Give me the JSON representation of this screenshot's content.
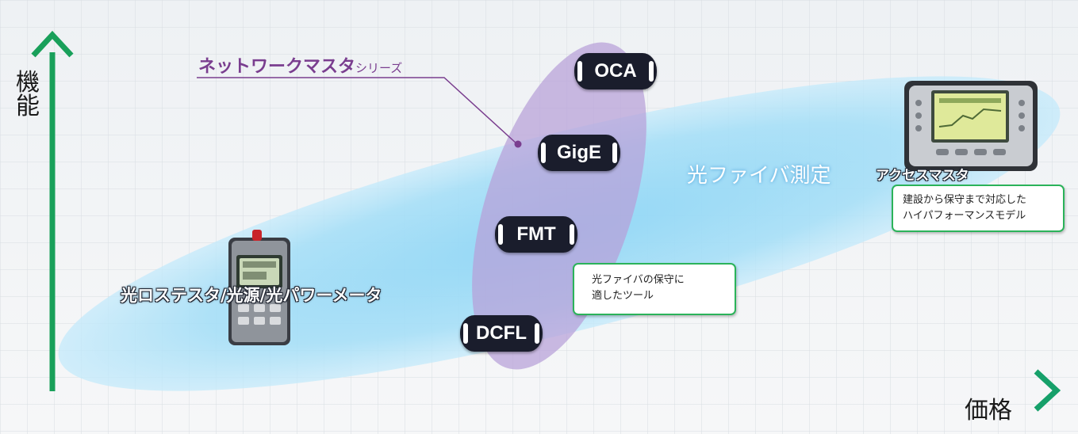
{
  "axes": {
    "y_label": "機能",
    "x_label": "価格"
  },
  "series_title": {
    "main": "ネットワークマスタ",
    "suffix": "シリーズ"
  },
  "products": [
    {
      "name": "OCA"
    },
    {
      "name": "GigE"
    },
    {
      "name": "FMT"
    },
    {
      "name": "DCFL"
    }
  ],
  "fiber_label": "光ファイバ測定",
  "tester_label": "光ロステスタ/光源/光パワーメータ",
  "access_label": "アクセスマスタ",
  "access_callout": {
    "line1": "建設から保守まで対応した",
    "line2": "ハイパフォーマンスモデル"
  },
  "fiber_callout": {
    "line1": "光ファイバの保守に",
    "line2": "適したツール"
  },
  "colors": {
    "axis": "#19a05a",
    "purple_series": "#b7a0d8",
    "blue_band": "#8fd6f6",
    "chip": "#1a1d2c",
    "callout_border": "#2bb35a"
  }
}
